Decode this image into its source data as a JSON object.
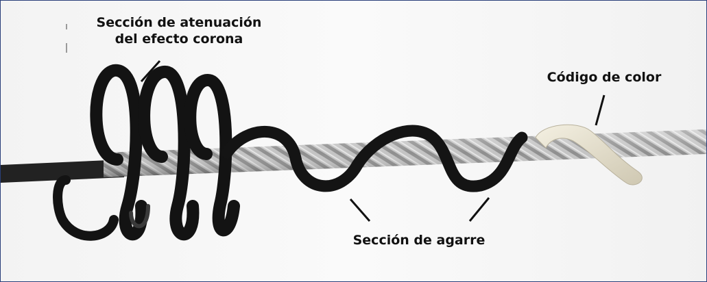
{
  "labels": {
    "corona_line1": "Sección de atenuación",
    "corona_line2": "del efecto corona",
    "color_code": "Código de color",
    "grip_section": "Sección de agarre"
  },
  "colors": {
    "frame_border": "#2a3f7a",
    "rod": "#141414",
    "strand": "#bdbdbd",
    "color_code_tape": "#e6e0cc"
  }
}
